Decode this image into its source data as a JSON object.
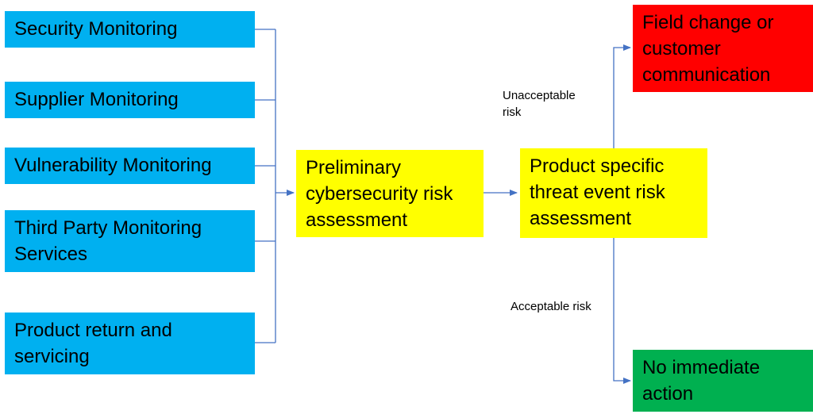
{
  "sources": [
    {
      "label": "Security Monitoring"
    },
    {
      "label": "Supplier Monitoring"
    },
    {
      "label": "Vulnerability Monitoring"
    },
    {
      "label": "Third Party Monitoring\nServices"
    },
    {
      "label": "Product return and\nservicing"
    }
  ],
  "preliminary": {
    "label": "Preliminary\ncybersecurity risk\nassessment"
  },
  "product_specific": {
    "label": "Product specific\nthreat event risk\nassessment"
  },
  "field_change": {
    "label": "Field change or\ncustomer\ncommunication"
  },
  "no_action": {
    "label": "No immediate\naction"
  },
  "edges": {
    "unacceptable": "Unacceptable\nrisk",
    "acceptable": "Acceptable risk"
  },
  "colors": {
    "source": "#00b0f0",
    "assessment": "#ffff00",
    "unacceptable_outcome": "#ff0000",
    "acceptable_outcome": "#00b050",
    "connector": "#4472c4"
  }
}
